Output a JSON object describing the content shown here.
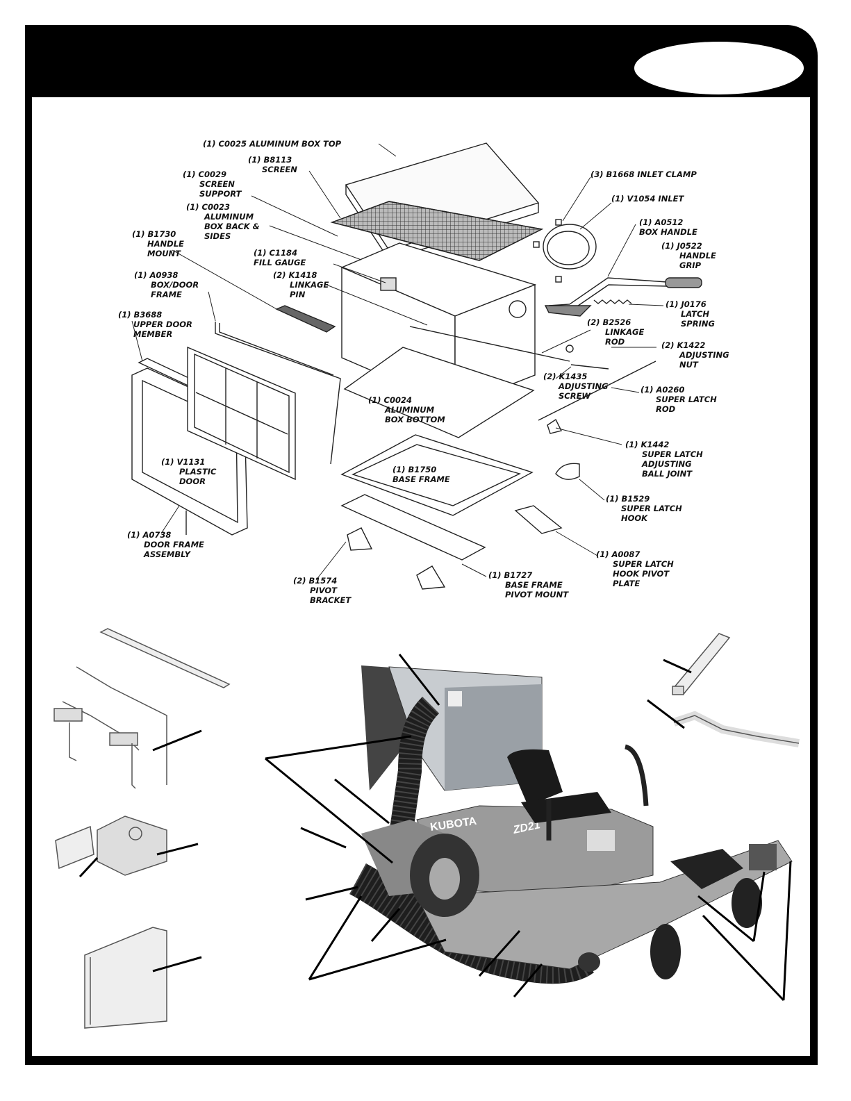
{
  "header": {
    "page_number": ""
  },
  "parts": [
    {
      "id": "p1",
      "lines": [
        "(1) C0025 ALUMINUM BOX TOP"
      ]
    },
    {
      "id": "p2",
      "lines": [
        "(1) B8113",
        "SCREEN"
      ]
    },
    {
      "id": "p3",
      "lines": [
        "(1) C0029",
        "SCREEN",
        "SUPPORT"
      ]
    },
    {
      "id": "p4",
      "lines": [
        "(1) C0023",
        "ALUMINUM",
        "BOX BACK &",
        "SIDES"
      ]
    },
    {
      "id": "p5",
      "lines": [
        "(1) B1730",
        "HANDLE",
        "MOUNT"
      ]
    },
    {
      "id": "p6",
      "lines": [
        "(1) C1184",
        "FILL GAUGE"
      ]
    },
    {
      "id": "p7",
      "lines": [
        "(2) K1418",
        "LINKAGE",
        "PIN"
      ]
    },
    {
      "id": "p8",
      "lines": [
        "(1) A0938",
        "BOX/DOOR",
        "FRAME"
      ]
    },
    {
      "id": "p9",
      "lines": [
        "(1) B3688",
        "UPPER DOOR",
        "MEMBER"
      ]
    },
    {
      "id": "p10",
      "lines": [
        "(3) B1668 INLET CLAMP"
      ]
    },
    {
      "id": "p11",
      "lines": [
        "(1) V1054 INLET"
      ]
    },
    {
      "id": "p12",
      "lines": [
        "(1) A0512",
        "BOX HANDLE"
      ]
    },
    {
      "id": "p13",
      "lines": [
        "(1) J0522",
        "HANDLE",
        "GRIP"
      ]
    },
    {
      "id": "p14",
      "lines": [
        "(1) J0176",
        "LATCH",
        "SPRING"
      ]
    },
    {
      "id": "p15",
      "lines": [
        "(2) B2526",
        "LINKAGE",
        "ROD"
      ]
    },
    {
      "id": "p16",
      "lines": [
        "(2) K1422",
        "ADJUSTING",
        "NUT"
      ]
    },
    {
      "id": "p17",
      "lines": [
        "(2) K1435",
        "ADJUSTING",
        "SCREW"
      ]
    },
    {
      "id": "p18",
      "lines": [
        "(1) A0260",
        "SUPER LATCH",
        "ROD"
      ]
    },
    {
      "id": "p19",
      "lines": [
        "(1) C0024",
        "ALUMINUM",
        "BOX BOTTOM"
      ]
    },
    {
      "id": "p20",
      "lines": [
        "(1) V1131",
        "PLASTIC",
        "DOOR"
      ]
    },
    {
      "id": "p21",
      "lines": [
        "(1) B1750",
        "BASE FRAME"
      ]
    },
    {
      "id": "p22",
      "lines": [
        "(1) K1442",
        "SUPER LATCH",
        "ADJUSTING",
        "BALL JOINT"
      ]
    },
    {
      "id": "p23",
      "lines": [
        "(1) B1529",
        "SUPER LATCH",
        "HOOK"
      ]
    },
    {
      "id": "p24",
      "lines": [
        "(1) A0738",
        "DOOR FRAME",
        "ASSEMBLY"
      ]
    },
    {
      "id": "p25",
      "lines": [
        "(1) A0087",
        "SUPER LATCH",
        "HOOK PIVOT",
        "PLATE"
      ]
    },
    {
      "id": "p26",
      "lines": [
        "(2) B1574",
        "PIVOT",
        "BRACKET"
      ]
    },
    {
      "id": "p27",
      "lines": [
        "(1) B1727",
        "BASE FRAME",
        "PIVOT MOUNT"
      ]
    }
  ],
  "photo": {
    "brand_text": "KUBOTA",
    "model_text": "ZD21"
  }
}
